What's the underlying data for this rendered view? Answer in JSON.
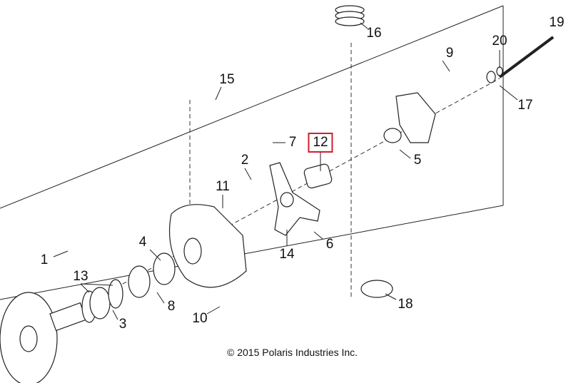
{
  "diagram": {
    "callouts": [
      {
        "id": "1",
        "label": "1"
      },
      {
        "id": "2",
        "label": "2"
      },
      {
        "id": "3",
        "label": "3"
      },
      {
        "id": "4",
        "label": "4"
      },
      {
        "id": "5",
        "label": "5"
      },
      {
        "id": "6",
        "label": "6"
      },
      {
        "id": "7",
        "label": "7"
      },
      {
        "id": "8",
        "label": "8"
      },
      {
        "id": "9",
        "label": "9"
      },
      {
        "id": "10",
        "label": "10"
      },
      {
        "id": "11",
        "label": "11"
      },
      {
        "id": "12",
        "label": "12",
        "highlighted": true
      },
      {
        "id": "13",
        "label": "13"
      },
      {
        "id": "14",
        "label": "14"
      },
      {
        "id": "15",
        "label": "15"
      },
      {
        "id": "16",
        "label": "16"
      },
      {
        "id": "17",
        "label": "17"
      },
      {
        "id": "18",
        "label": "18"
      },
      {
        "id": "19",
        "label": "19"
      },
      {
        "id": "20",
        "label": "20"
      }
    ],
    "highlight_color": "#d0202a",
    "copyright": "© 2015 Polaris Industries Inc."
  }
}
